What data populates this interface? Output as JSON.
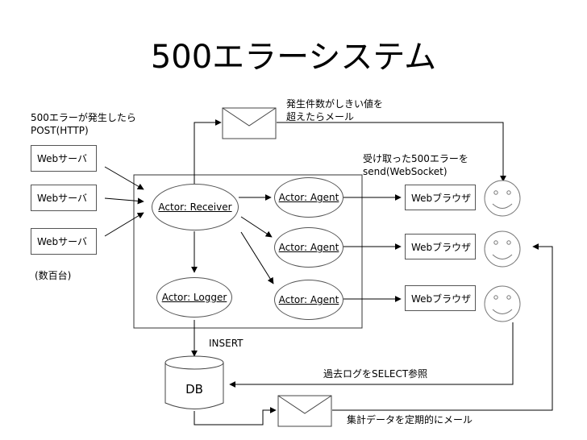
{
  "title": "500エラーシステム",
  "notes": {
    "post_note": "500エラーが発生したら\nPOST(HTTP)",
    "count_note": "発生件数がしきい値を\n超えたらメール",
    "send_note": "受け取った500エラーを\nsend(WebSocket)",
    "several_hundred": "(数百台)",
    "insert": "INSERT",
    "select_note": "過去ログをSELECT参照",
    "mail_note": "集計データを定期的にメール"
  },
  "webservers": [
    "Webサーバ",
    "Webサーバ",
    "Webサーバ"
  ],
  "actors": {
    "receiver": "Actor: Receiver",
    "logger": "Actor: Logger",
    "agents": [
      "Actor: Agent",
      "Actor: Agent",
      "Actor: Agent"
    ]
  },
  "browsers": [
    "Webブラウザ",
    "Webブラウザ",
    "Webブラウザ"
  ],
  "db_label": "DB",
  "icons": [
    "envelope-icon",
    "smiley-face-icon",
    "database-cylinder-icon"
  ]
}
